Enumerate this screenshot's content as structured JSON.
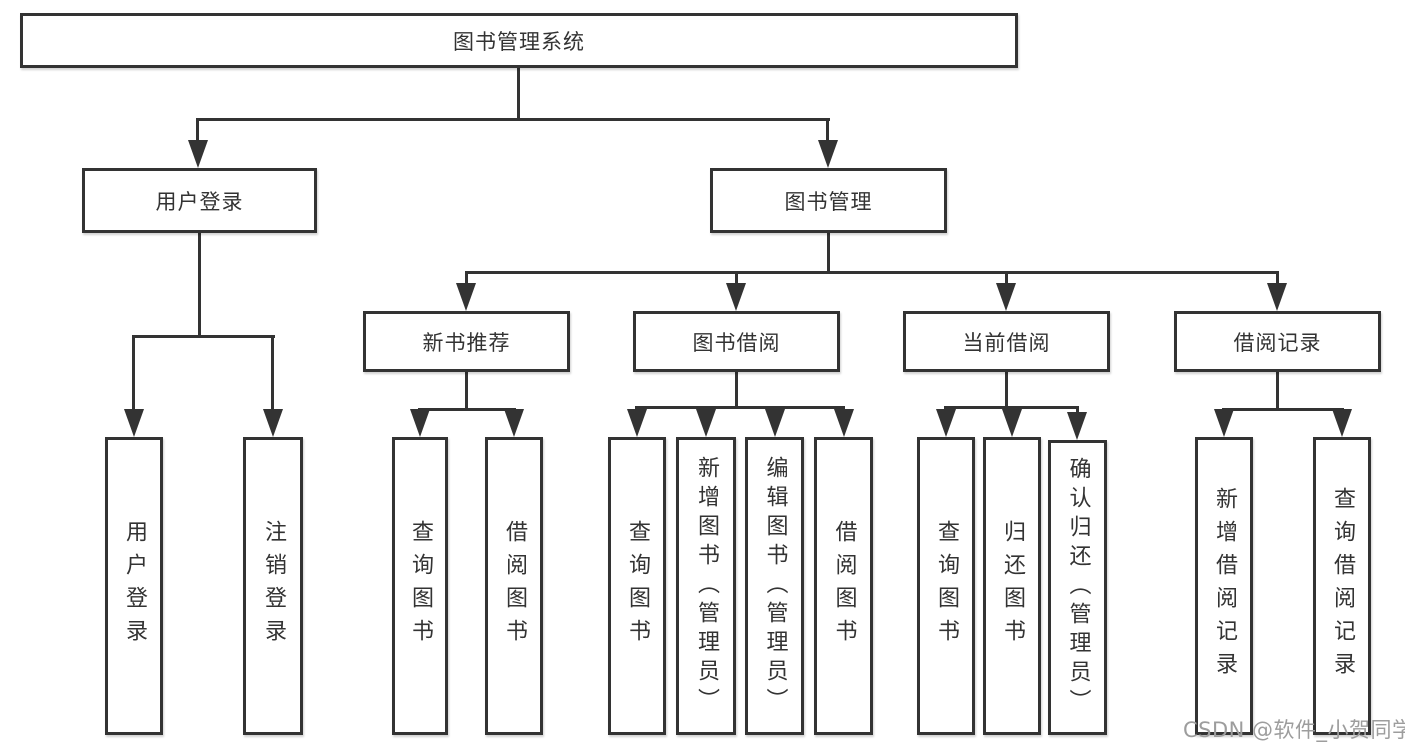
{
  "colors": {
    "line": "#333333",
    "box_border": "#333333",
    "text": "#333333",
    "watermark": "#9d9d9d",
    "background": "#ffffff"
  },
  "diagram": {
    "root": {
      "label": "图书管理系统"
    },
    "branches": [
      {
        "label": "用户登录",
        "children": [
          {
            "label": "用户登录"
          },
          {
            "label": "注销登录"
          }
        ]
      },
      {
        "label": "图书管理",
        "children": [
          {
            "label": "新书推荐",
            "children": [
              {
                "label": "查询图书"
              },
              {
                "label": "借阅图书"
              }
            ]
          },
          {
            "label": "图书借阅",
            "children": [
              {
                "label": "查询图书"
              },
              {
                "label": "新增图书（管理员）"
              },
              {
                "label": "编辑图书（管理员）"
              },
              {
                "label": "借阅图书"
              }
            ]
          },
          {
            "label": "当前借阅",
            "children": [
              {
                "label": "查询图书"
              },
              {
                "label": "归还图书"
              },
              {
                "label": "确认归还（管理员）"
              }
            ]
          },
          {
            "label": "借阅记录",
            "children": [
              {
                "label": "新增借阅记录"
              },
              {
                "label": "查询借阅记录"
              }
            ]
          }
        ]
      }
    ]
  },
  "watermark": {
    "text": "CSDN @软件_小贺同学"
  }
}
